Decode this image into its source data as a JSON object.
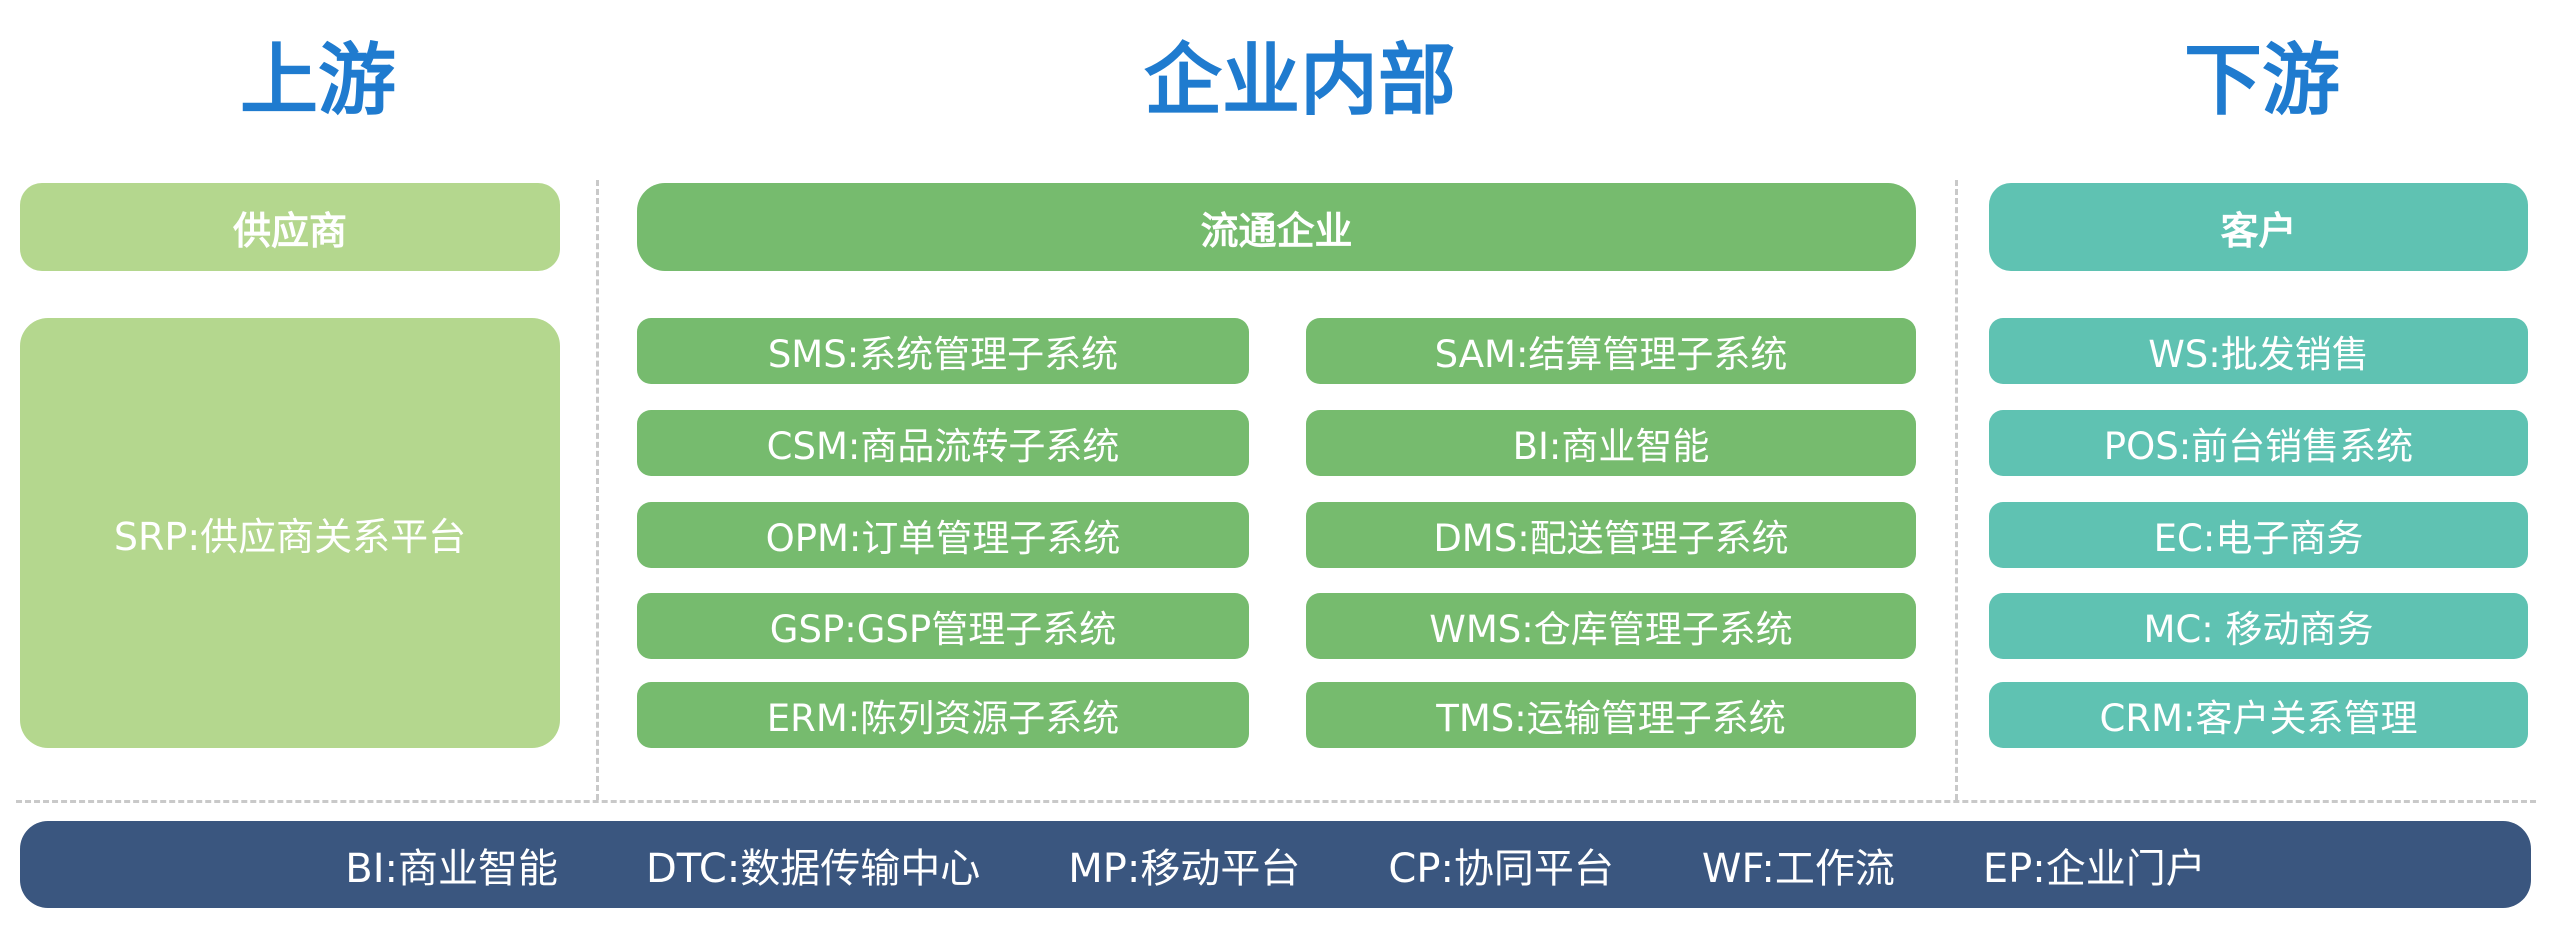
{
  "titles": {
    "upstream": "上游",
    "internal": "企业内部",
    "downstream": "下游"
  },
  "upstream": {
    "header": "供应商",
    "body": "SRP:供应商关系平台"
  },
  "internal": {
    "header": "流通企业",
    "left": [
      "SMS:系统管理子系统",
      "CSM:商品流转子系统",
      "OPM:订单管理子系统",
      "GSP:GSP管理子系统",
      "ERM:陈列资源子系统"
    ],
    "right": [
      "SAM:结算管理子系统",
      "BI:商业智能",
      "DMS:配送管理子系统",
      "WMS:仓库管理子系统",
      "TMS:运输管理子系统"
    ]
  },
  "downstream": {
    "header": "客户",
    "items": [
      "WS:批发销售",
      "POS:前台销售系统",
      "EC:电子商务",
      "MC: 移动商务",
      "CRM:客户关系管理"
    ]
  },
  "platform": [
    "BI:商业智能",
    "DTC:数据传输中心",
    "MP:移动平台",
    "CP:协同平台",
    "WF:工作流",
    "EP:企业门户"
  ]
}
